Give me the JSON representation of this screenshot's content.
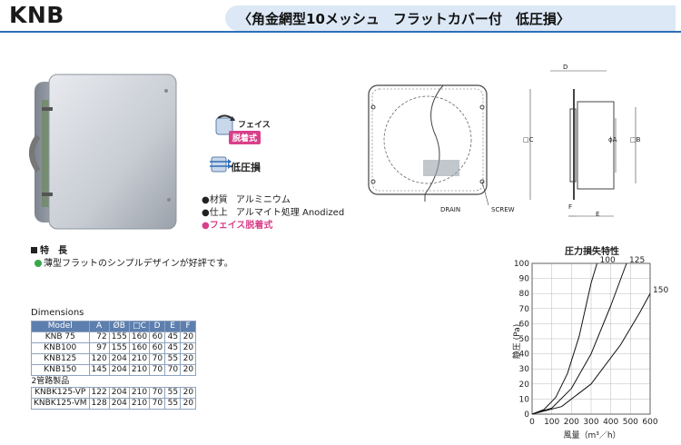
{
  "header": {
    "model_code": "KNB",
    "banner": "〈角金網型10メッシュ　フラットカバー付　低圧損〉"
  },
  "icons": {
    "face_label": "フェイス",
    "face_badge": "脱着式",
    "lowloss_label": "低圧損"
  },
  "specs": [
    {
      "label": "●材質",
      "value": "アルミニウム"
    },
    {
      "label": "●仕上",
      "value": "アルマイト処理 Anodized"
    },
    {
      "label": "●フェイス脱着式",
      "value": ""
    }
  ],
  "features": {
    "heading": "特　長",
    "items": [
      "薄型フラットのシンプルデザインが好評です。"
    ]
  },
  "dimensions": {
    "title": "Dimensions",
    "headers": [
      "Model",
      "A",
      "ØB",
      "□C",
      "D",
      "E",
      "F"
    ],
    "rows": [
      [
        "KNB  75",
        "72",
        "155",
        "160",
        "60",
        "45",
        "20"
      ],
      [
        "KNB100",
        "97",
        "155",
        "160",
        "60",
        "45",
        "20"
      ],
      [
        "KNB125",
        "120",
        "204",
        "210",
        "70",
        "55",
        "20"
      ],
      [
        "KNB150",
        "145",
        "204",
        "210",
        "70",
        "70",
        "20"
      ]
    ],
    "subheading": "2管路製品",
    "sub_rows": [
      [
        "KNBK125-VP",
        "122",
        "204",
        "210",
        "70",
        "55",
        "20"
      ],
      [
        "KNBK125-VM",
        "128",
        "204",
        "210",
        "70",
        "55",
        "20"
      ]
    ]
  },
  "drawing": {
    "drain": "DRAIN",
    "screw": "SCREW",
    "dim_c": "□C",
    "dim_d": "D",
    "dim_a": "ϕA",
    "dim_b": "□B",
    "dim_f": "F",
    "dim_e": "E"
  },
  "chart_data": {
    "type": "line",
    "title": "圧力損失特性",
    "xlabel": "風量（m³／h）",
    "ylabel": "静圧 (Pa)",
    "xlim": [
      0,
      600
    ],
    "ylim": [
      0,
      100
    ],
    "xticks": [
      0,
      100,
      200,
      300,
      400,
      500,
      600
    ],
    "yticks": [
      0,
      10,
      20,
      30,
      40,
      50,
      60,
      70,
      80,
      90,
      100
    ],
    "grid": true,
    "series": [
      {
        "name": "100",
        "x": [
          0,
          60,
          120,
          180,
          240,
          300,
          330
        ],
        "y": [
          0,
          3,
          11,
          27,
          52,
          87,
          100
        ]
      },
      {
        "name": "125",
        "x": [
          0,
          100,
          200,
          300,
          400,
          480
        ],
        "y": [
          0,
          4,
          17,
          40,
          72,
          100
        ]
      },
      {
        "name": "150",
        "x": [
          0,
          150,
          300,
          450,
          550,
          600
        ],
        "y": [
          0,
          5,
          20,
          46,
          68,
          80
        ]
      }
    ]
  }
}
